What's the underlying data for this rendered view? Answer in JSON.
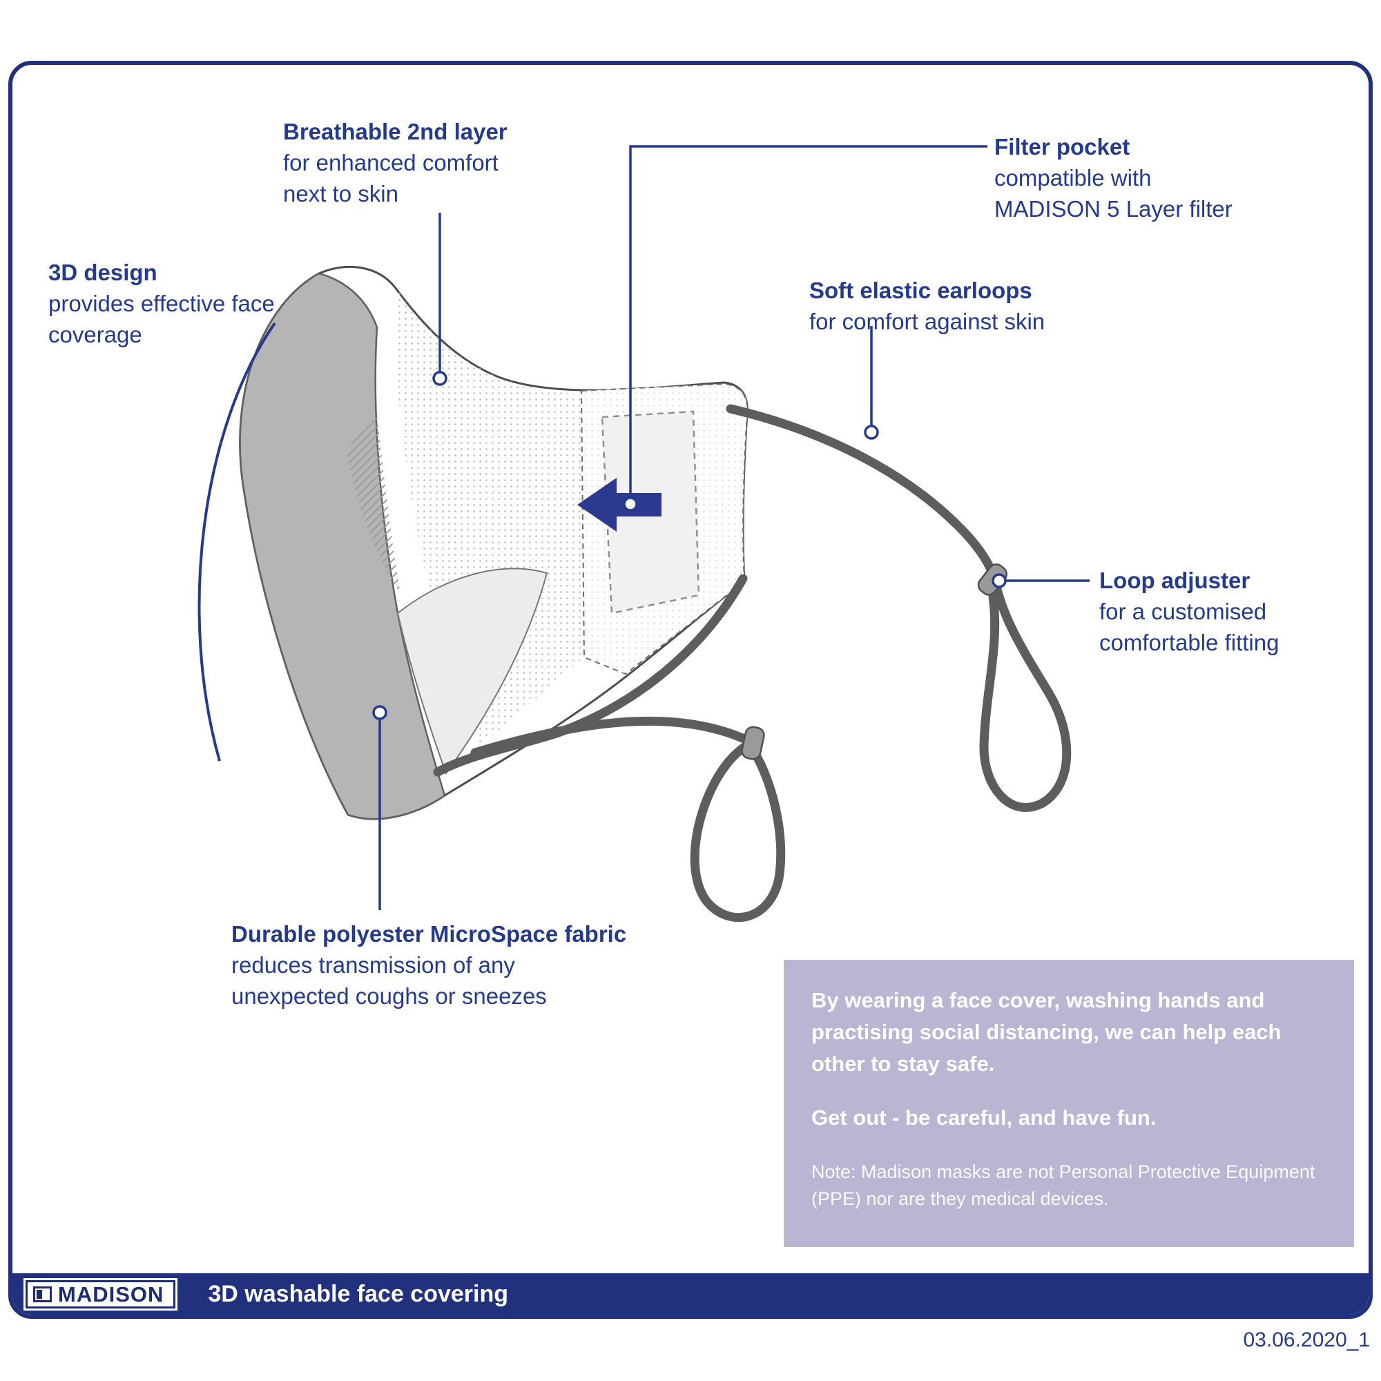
{
  "colors": {
    "navy": "#21317e",
    "label_text": "#243a8c",
    "info_box_bg": "#b9b5d2",
    "mask_gray": "#b5b5b5",
    "cord_gray": "#5d5d5d",
    "arrow_navy": "#2b3a8f"
  },
  "labels": {
    "breathable": {
      "title": "Breathable 2nd layer",
      "line1": "for enhanced comfort",
      "line2": "next to skin"
    },
    "filter_pocket": {
      "title": "Filter pocket",
      "line1": "compatible with",
      "line2": "MADISON 5 Layer filter"
    },
    "design_3d": {
      "title": "3D design",
      "line1": "provides effective face",
      "line2": "coverage"
    },
    "earloops": {
      "title": "Soft elastic earloops",
      "line1": "for comfort against skin"
    },
    "loop_adjuster": {
      "title": "Loop adjuster",
      "line1": "for a customised",
      "line2": "comfortable fitting"
    },
    "fabric": {
      "title": "Durable polyester MicroSpace fabric",
      "line1": "reduces transmission of any",
      "line2": "unexpected coughs or sneezes"
    }
  },
  "info_box": {
    "paragraph1": "By wearing a face cover, washing hands and practising social distancing, we can help each other to stay safe.",
    "paragraph2": "Get out - be careful,  and have fun.",
    "note": "Note:  Madison masks are not Personal Protective Equipment (PPE) nor are they medical devices."
  },
  "footer": {
    "brand": "MADISON",
    "product": "3D washable face covering"
  },
  "date_code": "03.06.2020_1"
}
